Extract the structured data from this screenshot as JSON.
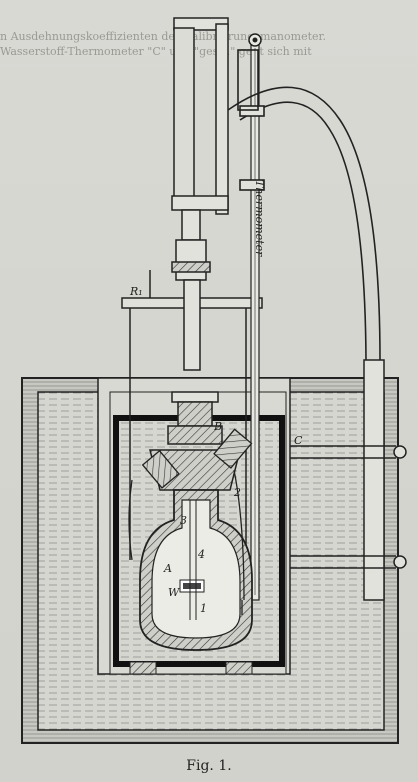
{
  "header_text": {
    "line1": "n Ausdehnungskoeffizienten der Kalibrierungsmanometer.",
    "line2": "Wasserstoff-Thermometer \"C\" und \"gestr.\" geht sich mit"
  },
  "labels": {
    "thermometer": "Thermometer",
    "r1": "R₁",
    "b": "B",
    "c": "C",
    "n3": "3",
    "n2": "2",
    "n4": "4",
    "a": "A",
    "w": "W",
    "n1": "1"
  },
  "caption": "Fig. 1."
}
